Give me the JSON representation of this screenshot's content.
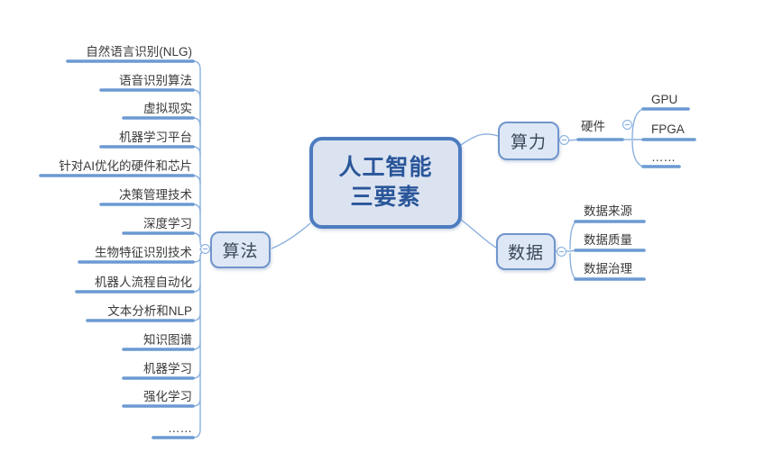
{
  "title": "人工智能三要素",
  "root": {
    "label": "人工智能三要素",
    "lines": [
      "人工智能",
      "三要素"
    ]
  },
  "branches": {
    "computing": {
      "label": "算力",
      "sub": {
        "hardware": {
          "label": "硬件",
          "children": [
            "GPU",
            "FPGA",
            "……"
          ]
        }
      }
    },
    "data": {
      "label": "数据",
      "children": [
        "数据来源",
        "数据质量",
        "数据治理"
      ]
    },
    "algorithm": {
      "label": "算法",
      "children": [
        "自然语言识别(NLG)",
        "语音识别算法",
        "虚拟现实",
        "机器学习平台",
        "针对AI优化的硬件和芯片",
        "决策管理技术",
        "深度学习",
        "生物特征识别技术",
        "机器人流程自动化",
        "文本分析和NLP",
        "知识图谱",
        "机器学习",
        "强化学习",
        "……"
      ]
    }
  },
  "icons": {
    "collapse_icon": "⊖"
  },
  "colors": {
    "canvas_bg": "#ffffff",
    "central_fill": "#dbe3f1",
    "central_border": "#4d7cc0",
    "central_text": "#2a5699",
    "branch_fill": "#dee7f5",
    "branch_border": "#7095cc",
    "branch_text": "#3b4859",
    "leaf_text": "#3a3a3a",
    "line_thin": "#8ab0de",
    "line_thick": "#6b9ad2"
  }
}
